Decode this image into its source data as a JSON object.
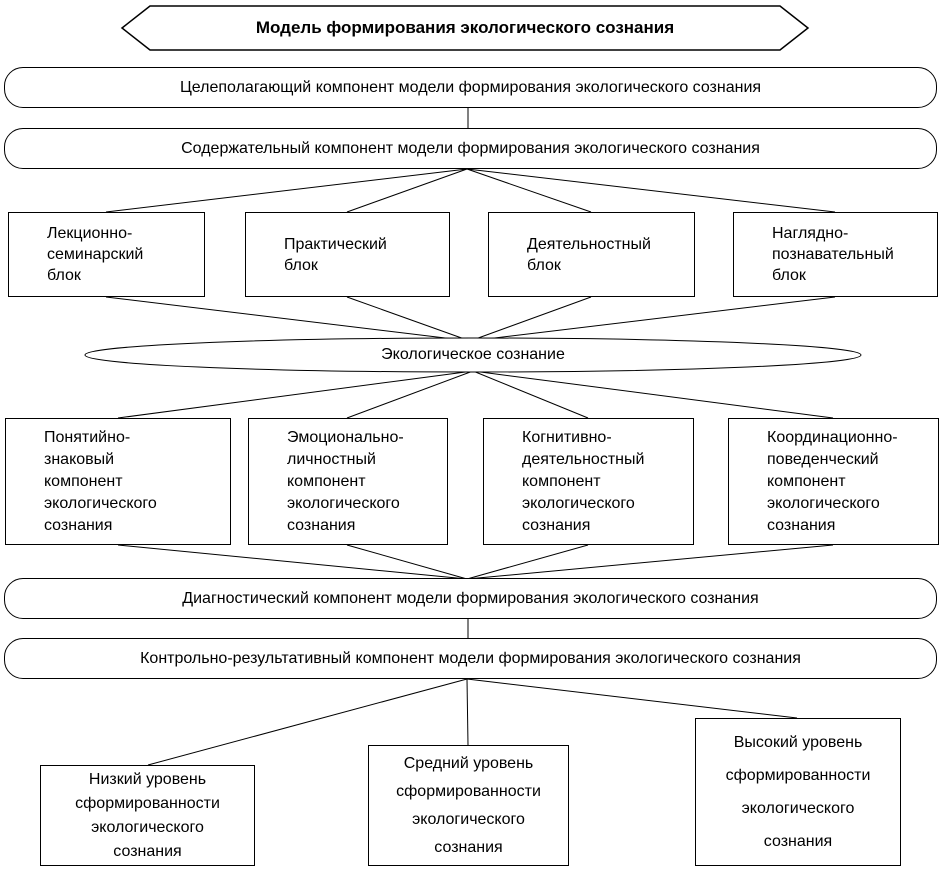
{
  "title": "Модель формирования экологического сознания",
  "bands": {
    "goal": "Целеполагающий компонент модели формирования экологического сознания",
    "content": "Содержательный компонент модели формирования экологического сознания",
    "diagnostic": "Диагностический компонент модели формирования экологического сознания",
    "control": "Контрольно-результативный компонент модели формирования экологического сознания"
  },
  "blocks": [
    {
      "label": "Лекционно-\nсеминарский\nблок"
    },
    {
      "label": "Практический\nблок"
    },
    {
      "label": "Деятельностный\nблок"
    },
    {
      "label": "Наглядно-\nпознавательный\nблок"
    }
  ],
  "ellipse": {
    "label": "Экологическое сознание"
  },
  "components": [
    {
      "label": "Понятийно-\nзнаковый\nкомпонент\nэкологического\nсознания"
    },
    {
      "label": "Эмоционально-\nличностный\nкомпонент\nэкологического\nсознания"
    },
    {
      "label": "Когнитивно-\nдеятельностный\nкомпонент\nэкологического\nсознания"
    },
    {
      "label": "Координационно-\nповеденческий\nкомпонент\nэкологического\nсознания"
    }
  ],
  "levels": [
    {
      "label": "Низкий уровень\nсформированности\nэкологического\nсознания"
    },
    {
      "label": "Средний уровень\nсформированности\nэкологического\nсознания"
    },
    {
      "label": "Высокий уровень\nсформированности\nэкологического\nсознания"
    }
  ],
  "colors": {
    "stroke": "#000000",
    "fill": "#ffffff"
  }
}
